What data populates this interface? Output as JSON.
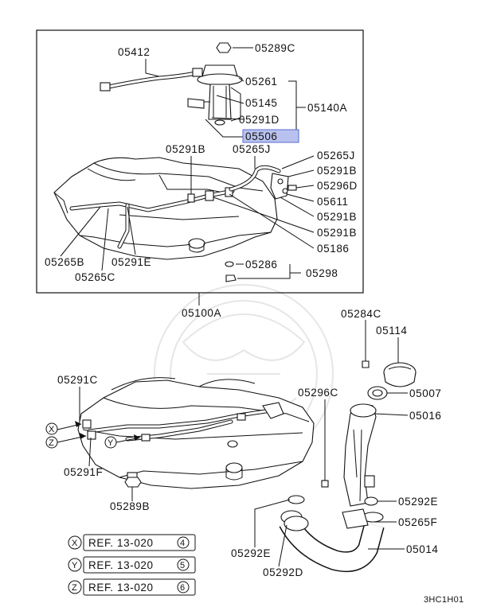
{
  "colors": {
    "ink": "#111111",
    "highlight": "#b9c2ee",
    "highlight_border": "#5a6bd0",
    "watermark": "#e6e6e6"
  },
  "upper_labels": {
    "p05412": "05412",
    "p05289c": "05289C",
    "p05261": "05261",
    "p05145": "05145",
    "p05140a": "05140A",
    "p05291d": "05291D",
    "p05506": "05506",
    "p05291b_1": "05291B",
    "p05265j_1": "05265J",
    "p05265j_2": "05265J",
    "p05291b_2": "05291B",
    "p05296d": "05296D",
    "p05611": "05611",
    "p05291b_3": "05291B",
    "p05291b_4": "05291B",
    "p05186": "05186",
    "p05265b": "05265B",
    "p05291e": "05291E",
    "p05265c": "05265C",
    "p05286": "05286",
    "p05298": "05298"
  },
  "assembly_label": "05100A",
  "lower_labels": {
    "p05284c": "05284C",
    "p05114": "05114",
    "p05291c": "05291C",
    "p05296c": "05296C",
    "p05007": "05007",
    "p05016": "05016",
    "p05291f": "05291F",
    "p05289b": "05289B",
    "p05292e_1": "05292E",
    "p05265f": "05265F",
    "p05292e_2": "05292E",
    "p05014": "05014",
    "p05292d": "05292D",
    "marker_x": "X",
    "marker_y": "Y",
    "marker_z": "Z"
  },
  "references": [
    {
      "letter": "X",
      "text": "REF. 13-020",
      "number": "4"
    },
    {
      "letter": "Y",
      "text": "REF. 13-020",
      "number": "5"
    },
    {
      "letter": "Z",
      "text": "REF. 13-020",
      "number": "6"
    }
  ],
  "diagram_code": "3HC1H01"
}
